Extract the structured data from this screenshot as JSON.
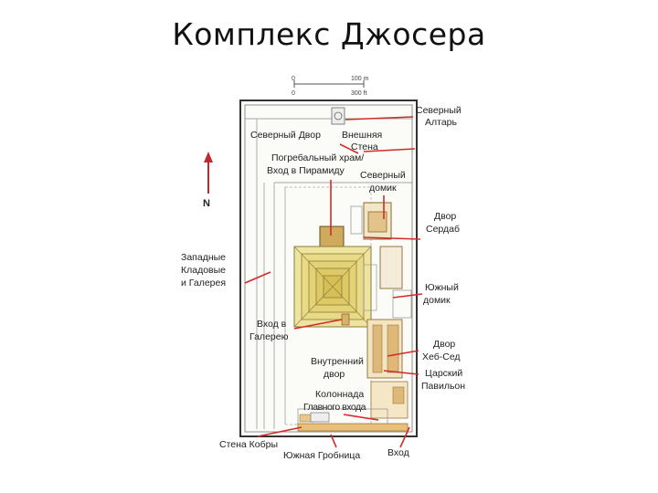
{
  "title": "Комплекс Джосера",
  "scale": {
    "zero_top": "0",
    "zero_bottom": "0",
    "meters": "100 m",
    "feet": "300 ft"
  },
  "north": "N",
  "labels": {
    "north_altar_1": "Северный",
    "north_altar_2": "Алтарь",
    "north_court": "Северный Двор",
    "outer_wall_1": "Внешняя",
    "outer_wall_2": "Стена",
    "funerary_1": "Погребальный храм/",
    "funerary_2": "Вход в Пирамиду",
    "north_house_1": "Северный",
    "north_house_2": "домик",
    "serdab_1": "Двор",
    "serdab_2": "Сердаб",
    "west_1": "Западные",
    "west_2": "Кладовые",
    "west_3": "и Галерея",
    "south_house_1": "Южный",
    "south_house_2": "домик",
    "gallery_1": "Вход в",
    "gallery_2": "Галерею",
    "inner_1": "Внутренний",
    "inner_2": "двор",
    "hebsed_1": "Двор",
    "hebsed_2": "Хеб-Сед",
    "pavilion_1": "Царский",
    "pavilion_2": "Павильон",
    "colonnade_1": "Колоннада",
    "colonnade_2": "Главного входа",
    "cobra": "Стена Кобры",
    "south_tomb": "Южная Гробница",
    "entrance": "Вход"
  },
  "colors": {
    "pointer": "#d22b2b",
    "wall": "#333333",
    "pyramid": "#e6d27a",
    "building": "#d9b26a",
    "arrow": "#c0282c"
  }
}
